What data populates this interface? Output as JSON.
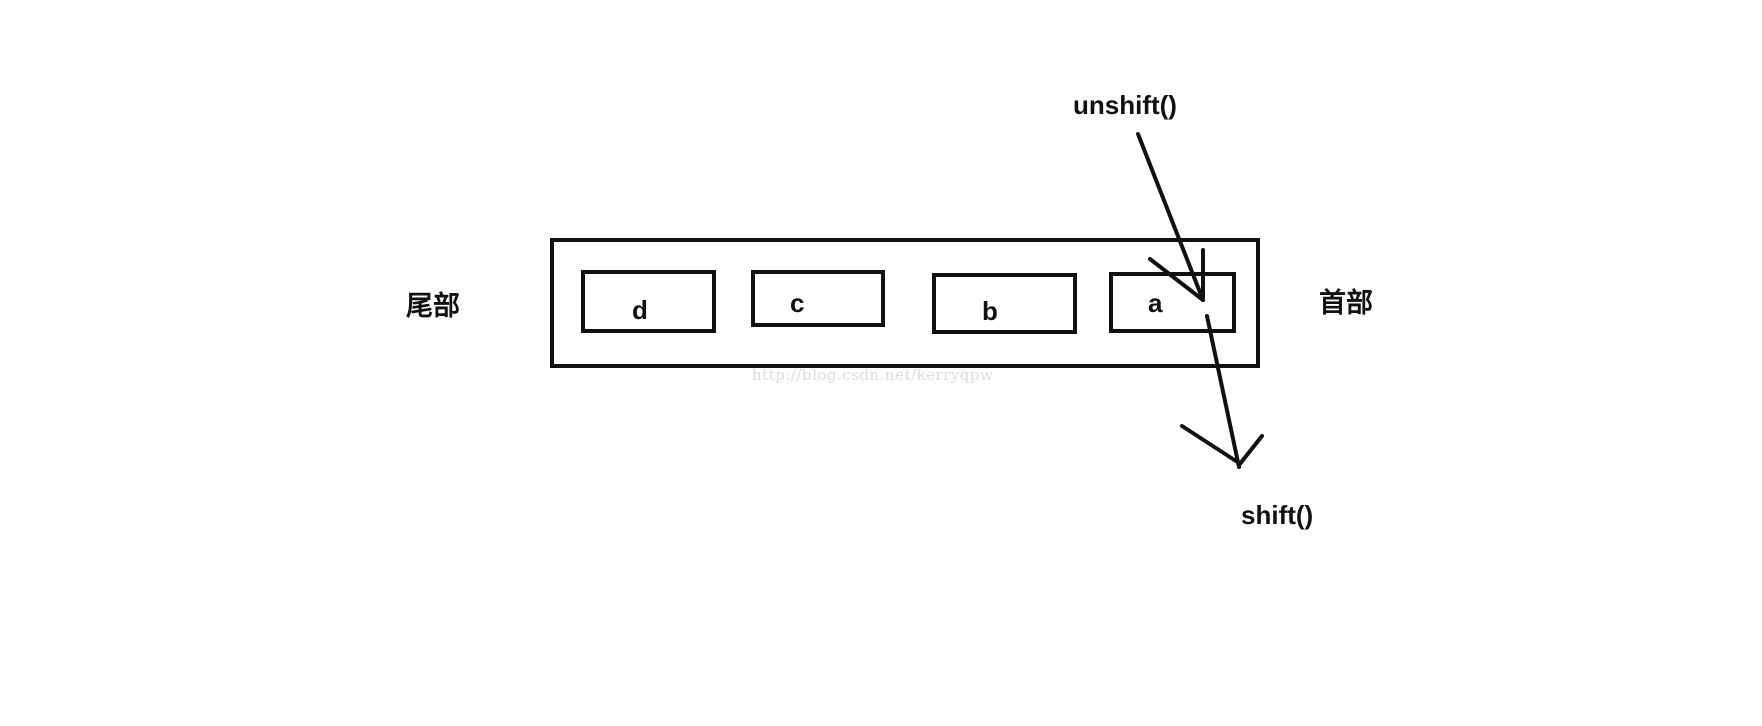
{
  "labels": {
    "tail": "尾部",
    "head": "首部",
    "unshift": "unshift()",
    "shift": "shift()"
  },
  "queue": {
    "cells": [
      "d",
      "c",
      "b",
      "a"
    ]
  },
  "watermark": "http://blog.csdn.net/kerryqpw",
  "colors": {
    "stroke": "#111111",
    "background": "#ffffff",
    "watermark": "#dcdcdc"
  }
}
